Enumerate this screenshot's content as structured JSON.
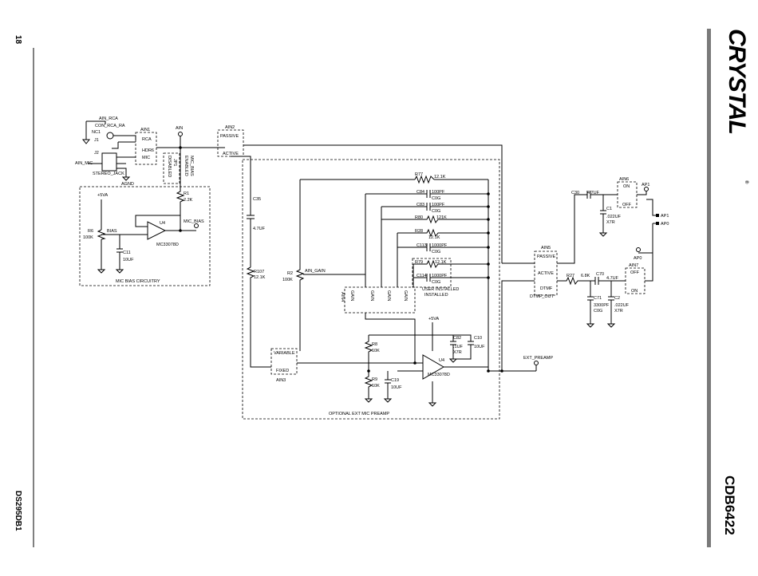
{
  "page": {
    "page_number": "18",
    "doc_id": "DS295DB1",
    "board": "CDB6422",
    "logo_text": "CRYSTAL",
    "registered_mark": "®"
  },
  "blocks": {
    "mic_bias_title": "MIC BIAS CIRCUITRY",
    "preamp_title": "OPTIONAL EXT MIC PREAMP",
    "user_installed": "USER INSTALLED"
  },
  "labels": {
    "ain_rca": "AIN_RCA",
    "con_rca_ra": "CON_RCA_RA",
    "nc1": "NC1",
    "j1": "J1",
    "j2": "J2",
    "ain_mic": "AIN_MIC",
    "stereo_jack": "STEREO_JACK",
    "agnd": "AGND",
    "ain1": "AIN1",
    "rca": "RCA",
    "mic": "MIC",
    "hdr6": "HDR6",
    "ain": "AIN",
    "ain2": "AIN2",
    "passive": "PASSIVE",
    "active": "ACTIVE",
    "mic_bias_vert": "MIC_BIAS",
    "enabled": "ENABLED",
    "disabled": "DISABLED",
    "jp1": "JP1",
    "plus5va": "+5VA",
    "r1": "R1",
    "r1v": "2.2K",
    "r6": "R6",
    "r6v": "100K",
    "bias": "BIAS",
    "u4": "U4",
    "mc33078d": "MC33078D",
    "mic_bias": "MIC_BIAS",
    "c11": "C11",
    "c11v": "10UF",
    "c35": "C35",
    "c35v": "4.7UF",
    "r107": "R107",
    "r107v": "12.1K",
    "r2": "R2",
    "r2v": "100K",
    "ain_gain": "AIN_GAIN",
    "ain3": "AIN3",
    "variable": "VARIABLE",
    "fixed": "FIXED",
    "r77": "R77",
    "r77v": "12.1K",
    "c84": "C84",
    "c84v": "100PF",
    "c0g": "C0G",
    "c83": "C83",
    "c83v": "100PF",
    "r80": "R80",
    "r80v": "121K",
    "r28": "R28",
    "r28v": "12.1K",
    "c113": "C113",
    "c113v": "1000PF",
    "r79": "R79",
    "r79v": "12.1K",
    "c114": "C114",
    "c114v": "1000PF",
    "ain4": "AIN4",
    "gain": "GAIN",
    "r8": "R8",
    "r8v": "10K",
    "r9": "R9",
    "r9v": "10K",
    "c19": "C19",
    "c19v": "10UF",
    "c82": "C82",
    "c82v": ".1UF",
    "x7r": "X7R",
    "c10": "C10",
    "c10v": "10UF",
    "ext_preamp": "EXT_PREAMP",
    "ain5": "AIN5",
    "dtmf": "DTMF",
    "dtmf_out": "DTMF_OUT",
    "r27": "R27",
    "r27v": "6.8K",
    "c70": "C70",
    "c70v": "4.7UF",
    "c71": "C71",
    "c71v": "3300PF",
    "c71t": "C0G",
    "c2": "C2",
    "c2v": ".022UF",
    "c30": "C30",
    "c30v": "4.7UF",
    "c1": "C1",
    "c1v": ".022UF",
    "ain6": "AIN6",
    "ain7": "AIN7",
    "on": "ON",
    "off": "OFF",
    "ap1": "AP1",
    "ap0": "AP0"
  }
}
